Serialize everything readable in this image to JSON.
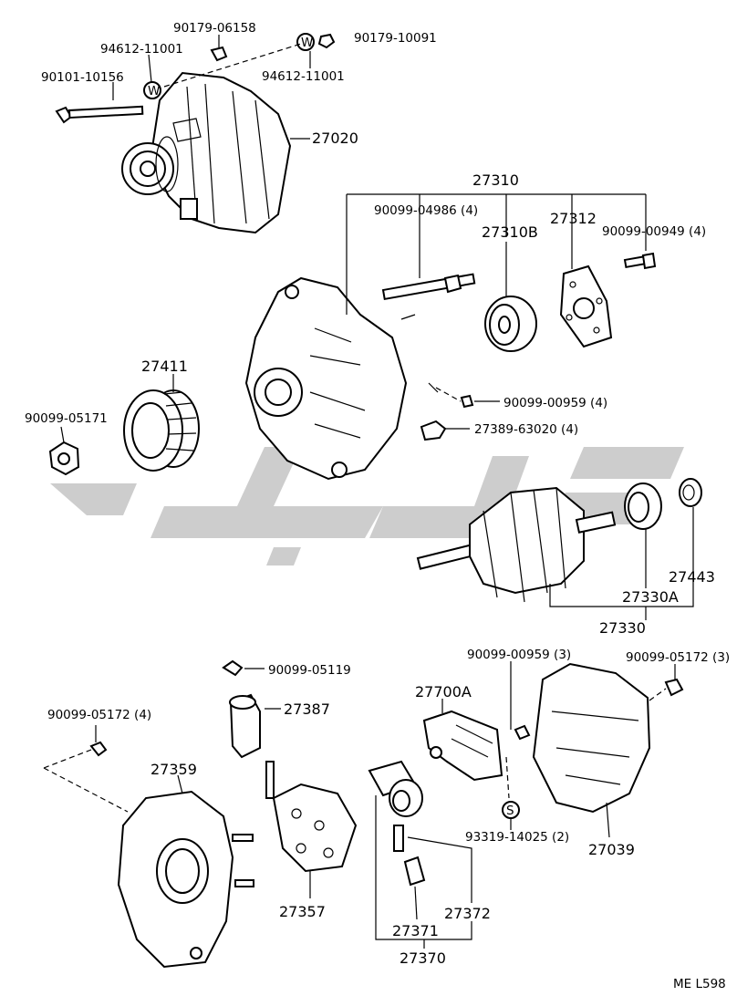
{
  "labels": {
    "p27020": "27020",
    "p90179_06158": "90179-06158",
    "p94612_11001_a": "94612-11001",
    "p90101_10156": "90101-10156",
    "p90179_10091": "90179-10091",
    "p94612_11001_b": "94612-11001",
    "p27310": "27310",
    "p90099_04986": "90099-04986 (4)",
    "p27310b": "27310B",
    "p27312": "27312",
    "p90099_00949": "90099-00949 (4)",
    "p27411": "27411",
    "p90099_05171": "90099-05171",
    "p90099_00959_a": "90099-00959 (4)",
    "p27389_63020": "27389-63020 (4)",
    "p27443": "27443",
    "p27330a": "27330A",
    "p27330": "27330",
    "p90099_05119": "90099-05119",
    "p27387": "27387",
    "p90099_00959_b": "90099-00959 (3)",
    "p90099_05172_a": "90099-05172 (3)",
    "p27700a": "27700A",
    "p90099_05172_b": "90099-05172 (4)",
    "p27359": "27359",
    "p93319_14025": "93319-14025 (2)",
    "p27039": "27039",
    "p27357": "27357",
    "p27372": "27372",
    "p27371": "27371",
    "p27370": "27370",
    "footer": "ME  L598"
  },
  "washer_marks": {
    "w1": "W",
    "w2": "W",
    "s1": "S"
  }
}
